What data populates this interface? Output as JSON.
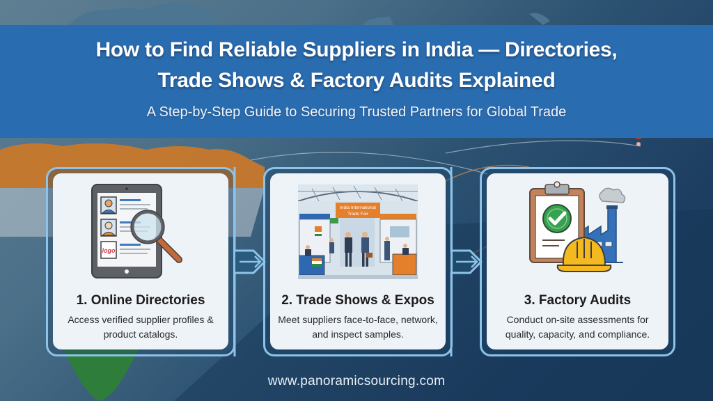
{
  "header": {
    "title_line_1": "How to Find Reliable Suppliers in India — Directories,",
    "title_line_2": "Trade Shows & Factory Audits Explained",
    "subtitle": "A Step-by-Step Guide to Securing Trusted Partners for Global Trade"
  },
  "steps": [
    {
      "title": "1. Online Directories",
      "description": "Access verified supplier profiles & product catalogs.",
      "icon": "tablet-magnifier-icon",
      "logo_text": "logo"
    },
    {
      "title": "2. Trade Shows & Expos",
      "description": "Meet suppliers face-to-face, network, and inspect samples.",
      "icon": "trade-fair-illustration",
      "banner_text": "India International Trade Fair"
    },
    {
      "title": "3. Factory Audits",
      "description": "Conduct on-site assessments for quality, capacity, and compliance.",
      "icon": "clipboard-hardhat-factory-icon"
    }
  ],
  "footer": {
    "url": "www.panoramicsourcing.com"
  },
  "colors": {
    "title_band": "#2a6cb0",
    "card_border": "#8dc3e8",
    "card_bg": "#eef3f8",
    "india_saffron": "#c8782a",
    "india_green": "#2f7d3a",
    "background_dark": "#1d3e61"
  }
}
